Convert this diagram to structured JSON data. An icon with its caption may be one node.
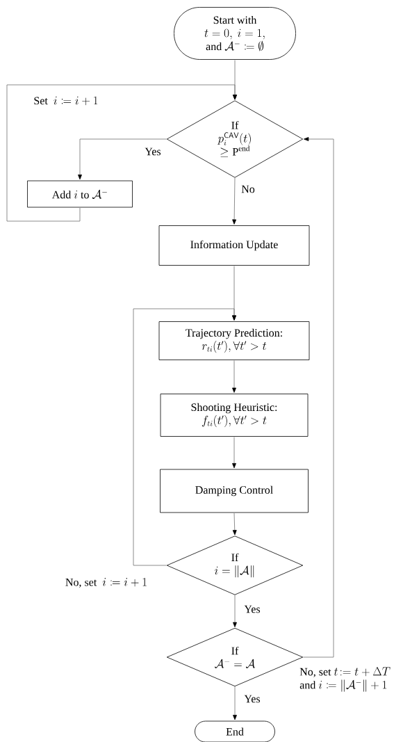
{
  "diagram": {
    "nodes": [
      {
        "text": [
          "Start with",
          "t = 0,\\ i = 1,",
          "\\text{and } \\mathcal{A}^{-} \\coloneqq \\emptyset"
        ]
      },
      {
        "text": [
          "If",
          "p_i^{\\mathsf{CAV}}(t)",
          "\\geq \\mathrm{P}^{\\mathrm{end}}"
        ]
      },
      {
        "text": [
          "\\text{Add } i \\text{ to } \\mathcal{A}^{-}"
        ]
      },
      {
        "text": [
          "Information Update"
        ]
      },
      {
        "text": [
          "Trajectory Prediction:",
          "r_{ti}(t'), \\forall t' > t"
        ]
      },
      {
        "text": [
          "Shooting Heuristic:",
          "f_{ti}(t'), \\forall t' > t"
        ]
      },
      {
        "text": [
          "Damping Control"
        ]
      },
      {
        "text": [
          "If",
          "i = \\|\\mathcal{A}\\|"
        ]
      },
      {
        "text": [
          "If",
          "\\mathcal{A}^{-} = \\mathcal{A}"
        ]
      },
      {
        "text": [
          "End"
        ]
      }
    ],
    "edges": [
      {
        "from": 0,
        "to": 1,
        "arrow": "to"
      },
      {
        "from": 1,
        "to": 2,
        "arrow": "to",
        "label": "Yes"
      },
      {
        "from": 2,
        "to": 1,
        "arrow": "to",
        "label": "\\text{Set }\\ i \\coloneqq i + 1"
      },
      {
        "from": 1,
        "to": 3,
        "arrow": "to",
        "label": "No"
      },
      {
        "from": 3,
        "to": 4,
        "arrow": "to"
      },
      {
        "from": 4,
        "to": 5,
        "arrow": "to"
      },
      {
        "from": 5,
        "to": 6,
        "arrow": "to"
      },
      {
        "from": 6,
        "to": 7,
        "arrow": "to"
      },
      {
        "from": 7,
        "to": 4,
        "arrow": "to",
        "label": "\\text{No, set }\\ i \\coloneqq i + 1"
      },
      {
        "from": 7,
        "to": 8,
        "arrow": "to",
        "label": "Yes"
      },
      {
        "from": 8,
        "to": 1,
        "arrow": "to",
        "label": "\\begin{array}{@{}l@{}}\\text{No, set } t\\!: = t + \\Delta T \\\\ \\text{and } i \\coloneqq \\|\\mathcal{A}^{-}\\| + 1\\end{array}"
      },
      {
        "from": 8,
        "to": 9,
        "arrow": "to",
        "label": "Yes"
      }
    ]
  }
}
